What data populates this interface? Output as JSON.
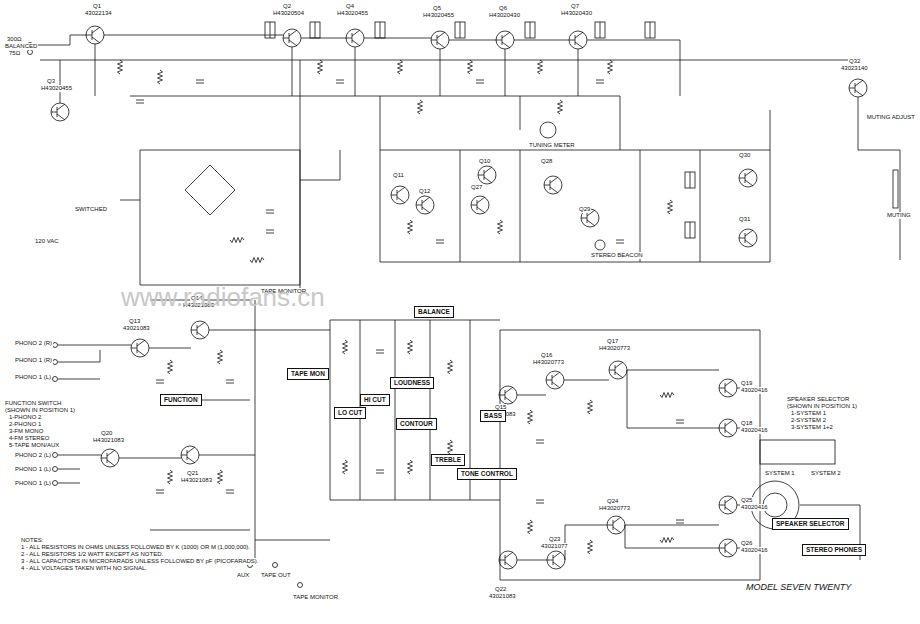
{
  "diagram": {
    "nodes": [
      {
        "text": [
          "FUNCTION"
        ]
      },
      {
        "text": [
          "TAPE MON"
        ]
      },
      {
        "text": [
          "BALANCE"
        ]
      },
      {
        "text": [
          "LOUDNESS"
        ]
      },
      {
        "text": [
          "HI CUT"
        ]
      },
      {
        "text": [
          "LO CUT"
        ]
      },
      {
        "text": [
          "CONTOUR"
        ]
      },
      {
        "text": [
          "TREBLE"
        ]
      },
      {
        "text": [
          "TONE CONTROL"
        ]
      },
      {
        "text": [
          "BASS"
        ]
      },
      {
        "text": [
          "SPEAKER SELECTOR"
        ]
      },
      {
        "text": [
          "STEREO PHONES"
        ]
      }
    ],
    "labels": [
      "300Ω",
      "BALANCED",
      "75Ω",
      "Q1",
      "43022134",
      "Q3",
      "H43020455",
      "Q2",
      "H43020504",
      "Q4",
      "H43020455",
      "Q5",
      "H43020455",
      "Q6",
      "H43020430",
      "Q7",
      "H43020430",
      "Q32",
      "43023140",
      "MUTING ADJUST",
      "MUTING",
      "TUNING METER",
      "Q10",
      "Q11",
      "Q12",
      "Q27",
      "Q28",
      "Q29",
      "STEREO BEACON",
      "Q30",
      "Q31",
      "120 VAC",
      "SWITCHED",
      "TAPE MONITOR",
      "Q14",
      "H43021083",
      "Q13",
      "43021083",
      "PHONO 2 (R)",
      "PHONO 1 (R)",
      "PHONO 1 (L)",
      "FUNCTION SWITCH",
      "(SHOWN IN POSITION 1)",
      "1-PHONO 2",
      "2-PHONO 1",
      "3-FM MONO",
      "4-FM STEREO",
      "5-TAPE MON/AUX",
      "PHONO 2 (L)",
      "PHONO 1 (L)",
      "PHONO 1 (L)",
      "Q20",
      "H43021083",
      "Q21",
      "H43021083",
      "AUX",
      "TAPE OUT",
      "TAPE MONITOR",
      "Q15",
      "43021083",
      "Q16",
      "H43020773",
      "Q17",
      "H43020773",
      "Q18",
      "43020416",
      "Q19",
      "43020416",
      "Q22",
      "43021083",
      "Q23",
      "43021077",
      "Q24",
      "H43020773",
      "Q25",
      "43020416",
      "Q26",
      "43020416",
      "SPEAKER SELECTOR",
      "(SHOWN IN POSITION 1)",
      "1-SYSTEM 1",
      "2-SYSTEM 2",
      "3-SYSTEM 1+2",
      "SYSTEM 1",
      "SYSTEM 2",
      "MODEL SEVEN TWENTY",
      "NOTES:",
      "1 - ALL RESISTORS IN OHMS UNLESS FOLLOWED BY K (1000) OR M (1,000,000).",
      "2 - ALL RESISTORS 1/2 WATT EXCEPT AS NOTED.",
      "3 - ALL CAPACITORS IN MICROFARADS UNLESS FOLLOWED BY pF (PICOFARADS).",
      "4 - ALL VOLTAGES TAKEN WITH NO SIGNAL.",
      "www.radiofans.cn"
    ]
  }
}
